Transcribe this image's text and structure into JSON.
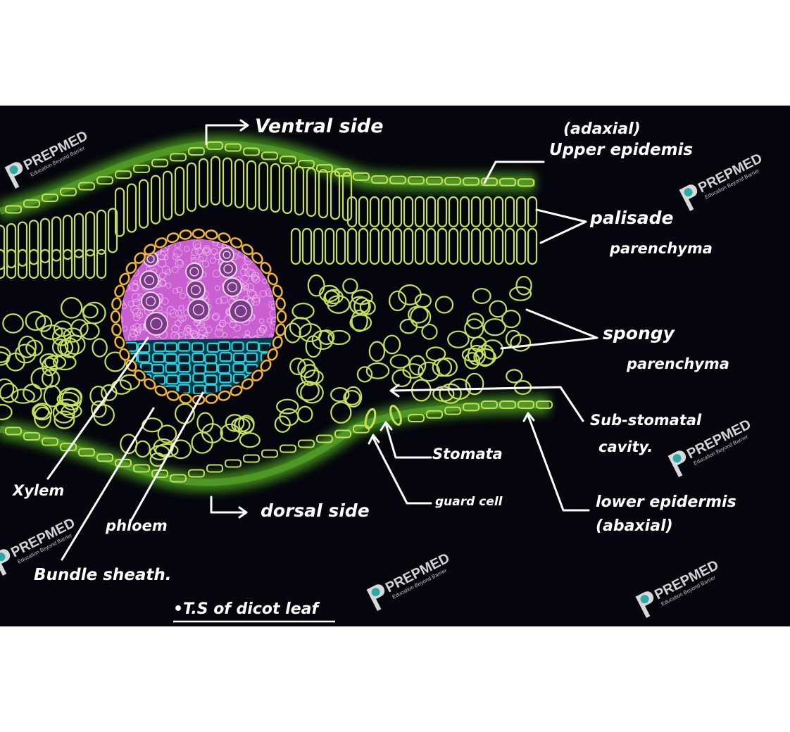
{
  "labels": {
    "ventral_side": "Ventral side",
    "adaxial": "(adaxial)",
    "upper_epidermis": "Upper epidemis",
    "palisade_1": "palisade",
    "palisade_2": "parenchyma",
    "spongy_1": "spongy",
    "spongy_2": "parenchyma",
    "sub_stomatal_1": "Sub-stomatal",
    "sub_stomatal_2": "cavity.",
    "stomata": "Stomata",
    "guard_cell": "guard cell",
    "lower_epidermis_1": "lower epidermis",
    "lower_epidermis_2": "(abaxial)",
    "dorsal_side": "dorsal side",
    "xylem": "Xylem",
    "phloem": "phloem",
    "bundle_sheath": "Bundle sheath.",
    "title": "•T.S of dicot leaf"
  },
  "watermark": {
    "brand": "PREPMED",
    "tagline": "Education Beyond Barrier"
  },
  "colors": {
    "background": "#05050d",
    "epidermis_glow": "#3f8a1e",
    "cell_outline": "#c6df5a",
    "bundle_sheath": "#f2b630",
    "xylem_region": "#c95fd0",
    "xylem_vessel": "#7b3a86",
    "phloem": "#20d6e6",
    "label_text": "#ffffff",
    "watermark_icon": "#2fa7a7"
  }
}
